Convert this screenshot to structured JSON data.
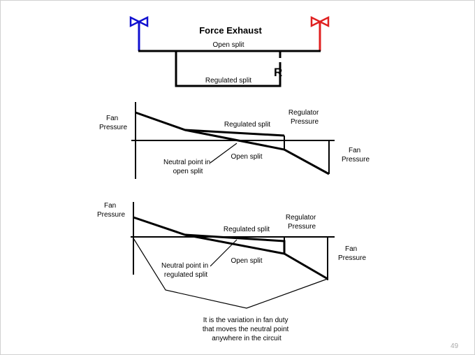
{
  "circuit": {
    "title": "Force Exhaust",
    "open_split_label": "Open split",
    "regulated_split_label": "Regulated split",
    "regulator_mark": "R",
    "left_fan_icon": "blue-fan-icon",
    "right_fan_icon": "red-fan-icon",
    "left_fan_color": "#1010d0",
    "right_fan_color": "#e02020"
  },
  "graph1": {
    "fan_pressure_left": [
      "Fan",
      "Pressure"
    ],
    "regulated_split": "Regulated split",
    "regulator_pressure": [
      "Regulator",
      "Pressure"
    ],
    "fan_pressure_right": [
      "Fan",
      "Pressure"
    ],
    "open_split": "Open split",
    "neutral_point": [
      "Neutral point in",
      "open split"
    ]
  },
  "graph2": {
    "fan_pressure_left": [
      "Fan",
      "Pressure"
    ],
    "regulated_split": "Regulated split",
    "regulator_pressure": [
      "Regulator",
      "Pressure"
    ],
    "fan_pressure_right": [
      "Fan",
      "Pressure"
    ],
    "open_split": "Open split",
    "neutral_point": [
      "Neutral point in",
      "regulated split"
    ]
  },
  "caption": [
    "It is the variation in fan duty",
    "that moves the neutral point",
    "anywhere in the circuit"
  ],
  "page_number": "49"
}
